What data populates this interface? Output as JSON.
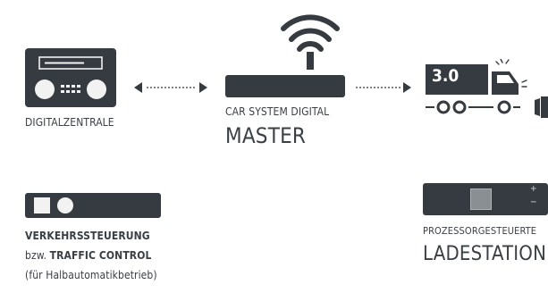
{
  "nodes": {
    "central": {
      "label": "DIGITALZENTRALE"
    },
    "master": {
      "label_small": "CAR SYSTEM DIGITAL",
      "label_big": "MASTER"
    },
    "truck": {
      "badge": "3.0"
    },
    "traffic": {
      "line1": "VERKEHRSSTEUERUNG",
      "line2_prefix": "bzw.",
      "line2_bold": "TRAFFIC CONTROL",
      "line3": "(für Halbautomatikbetrieb)"
    },
    "loading": {
      "label_small": "PROZESSORGESTEUERTE",
      "label_big": "LADESTATION",
      "plus": "+",
      "minus": "−"
    }
  },
  "colors": {
    "device": "#353b40",
    "text": "#3a3f44",
    "screen": "#f2f2f2"
  },
  "icons": [
    "radio-icon",
    "wifi-icon",
    "truck-icon",
    "speaker-icon"
  ]
}
